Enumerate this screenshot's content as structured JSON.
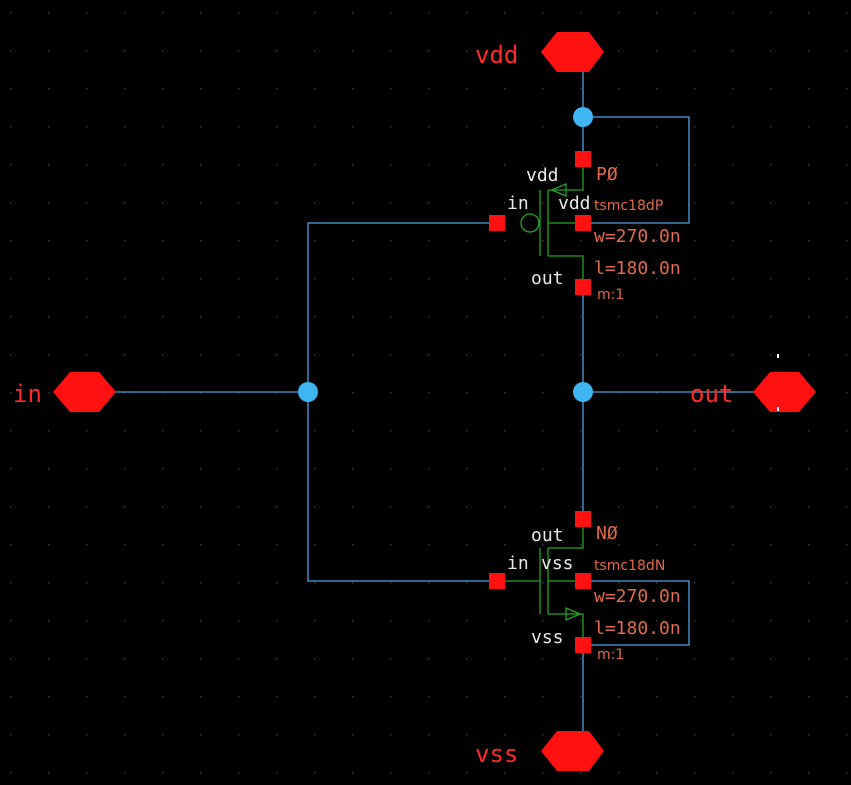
{
  "colors": {
    "background": "#000000",
    "grid_dot": "#3a3a3a",
    "wire": "#4aa3e0",
    "junction": "#3fb6f2",
    "pin": "#ff1111",
    "pin_label": "#ff2a2a",
    "device": "#22a322",
    "terminal_label": "#e8e8e8",
    "instance_label": "#e06a4a"
  },
  "pins": {
    "vdd": "vdd",
    "vss": "vss",
    "in": "in",
    "out": "out"
  },
  "pmos": {
    "instance": "PØ",
    "model": "tsmc18dP",
    "width": "w=270.0n",
    "length": "l=180.0n",
    "multiplier": "m:1",
    "term_source": "vdd",
    "term_gate": "in",
    "term_bulk": "vdd",
    "term_drain": "out"
  },
  "nmos": {
    "instance": "NØ",
    "model": "tsmc18dN",
    "width": "w=270.0n",
    "length": "l=180.0n",
    "multiplier": "m:1",
    "term_drain": "out",
    "term_gate": "in",
    "term_bulk": "vss",
    "term_source": "vss"
  }
}
